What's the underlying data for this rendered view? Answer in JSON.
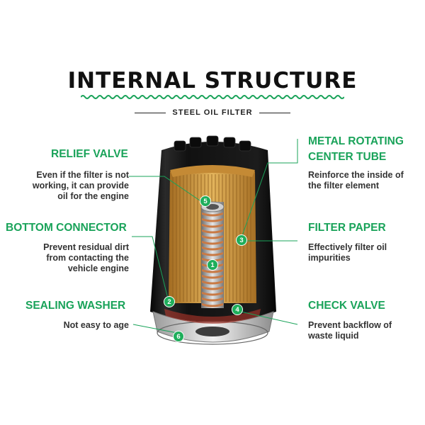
{
  "header": {
    "title": "INTERNAL STRUCTURE",
    "subtitle": "STEEL OIL FILTER"
  },
  "colors": {
    "accent": "#1aa35a",
    "text": "#333333",
    "filter_body": "#141414",
    "filter_paper": "#d9a54a"
  },
  "labels": {
    "relief_valve": {
      "title": "RELIEF VALVE",
      "desc": [
        "Even if the filter is not",
        "working, it can provide",
        "oil for the engine"
      ]
    },
    "bottom_connector": {
      "title": "BOTTOM CONNECTOR",
      "desc": [
        "Prevent residual dirt",
        "from contacting the",
        "vehicle engine"
      ]
    },
    "sealing_washer": {
      "title": "SEALING WASHER",
      "desc": [
        "Not easy to age"
      ]
    },
    "metal_center_tube": {
      "title_lines": [
        "METAL ROTATING",
        "CENTER TUBE"
      ],
      "desc": [
        "Reinforce the inside of",
        "the filter element"
      ]
    },
    "filter_paper": {
      "title": "FILTER PAPER",
      "desc": [
        "Effectively filter oil",
        "impurities"
      ]
    },
    "check_valve": {
      "title": "CHECK VALVE",
      "desc": [
        "Prevent backflow of",
        "waste liquid"
      ]
    }
  },
  "badges": [
    "1",
    "2",
    "3",
    "4",
    "5",
    "6"
  ]
}
